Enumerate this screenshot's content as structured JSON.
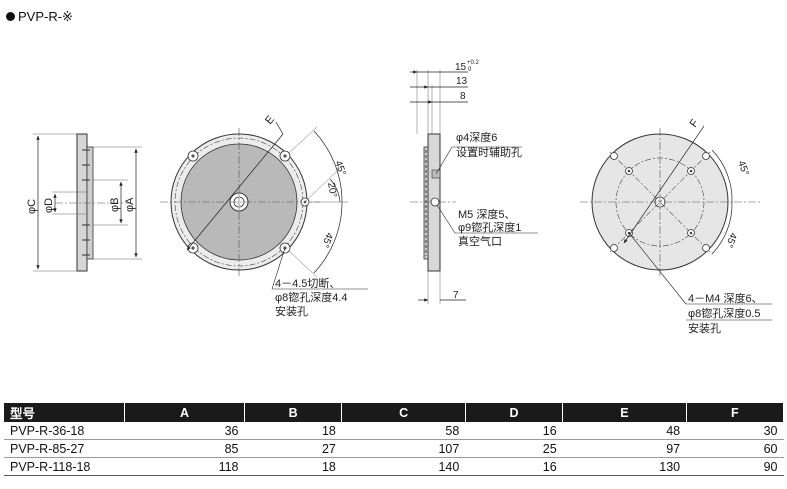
{
  "title": "PVP-R-※",
  "labels": {
    "phiC": "φC",
    "phiD": "φD",
    "phiB": "φB",
    "phiA": "φA",
    "dimE": "E",
    "dimF": "F",
    "ang45a": "45°",
    "ang20": "20°",
    "ang45b": "45°",
    "ang45c": "45°",
    "ang45d": "45°",
    "note1_l1": "4－4.5切断、",
    "note1_l2": "φ8锪孔深度4.4",
    "note1_l3": "安装孔",
    "side_dim15": "15",
    "side_tol": "+0.2",
    "side_tol0": "0",
    "side_dim13": "13",
    "side_dim8": "8",
    "side_dim7": "7",
    "note2_l1": "φ4深度6",
    "note2_l2": "设置时辅助孔",
    "note3_l1": "M5 深度5、",
    "note3_l2": "φ9锪孔深度1",
    "note3_l3": "真空气口",
    "note4_l1": "4－M4 深度6、",
    "note4_l2": "φ8锪孔深度0.5",
    "note4_l3": "安装孔"
  },
  "table": {
    "headers": [
      "型号",
      "A",
      "B",
      "C",
      "D",
      "E",
      "F"
    ],
    "rows": [
      [
        "PVP-R-36-18",
        "36",
        "18",
        "58",
        "16",
        "48",
        "30"
      ],
      [
        "PVP-R-85-27",
        "85",
        "27",
        "107",
        "25",
        "97",
        "60"
      ],
      [
        "PVP-R-118-18",
        "118",
        "18",
        "140",
        "16",
        "130",
        "90"
      ]
    ]
  }
}
